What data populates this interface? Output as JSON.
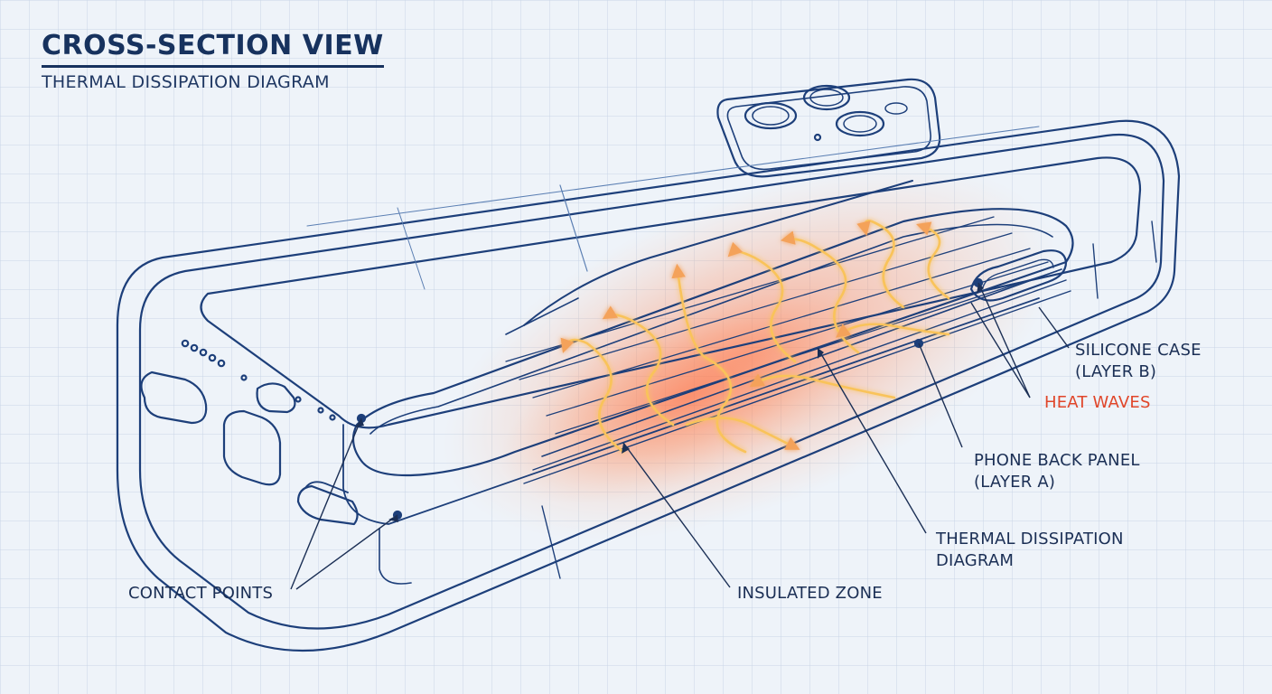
{
  "header": {
    "title": "CROSS-SECTION VIEW",
    "subtitle": "THERMAL DISSIPATION DIAGRAM"
  },
  "labels": {
    "silicone_case_line1": "SILICONE CASE",
    "silicone_case_line2": "(LAYER B)",
    "heat_waves": "HEAT WAVES",
    "phone_back_line1": "PHONE BACK PANEL",
    "phone_back_line2": "(LAYER A)",
    "thermal_line1": "THERMAL DISSIPATION",
    "thermal_line2": "DIAGRAM",
    "insulated_zone": "INSULATED ZONE",
    "contact_points": "CONTACT POINTS"
  },
  "colors": {
    "background": "#eef3f9",
    "grid": "#c9d6e6",
    "ink": "#1d3f7a",
    "ink_light": "#5b7fb3",
    "heat": "#f07a3a",
    "heat_glow": "#ff5a2a",
    "heat_core": "#ffe27a",
    "accent_label": "#e0462a"
  }
}
